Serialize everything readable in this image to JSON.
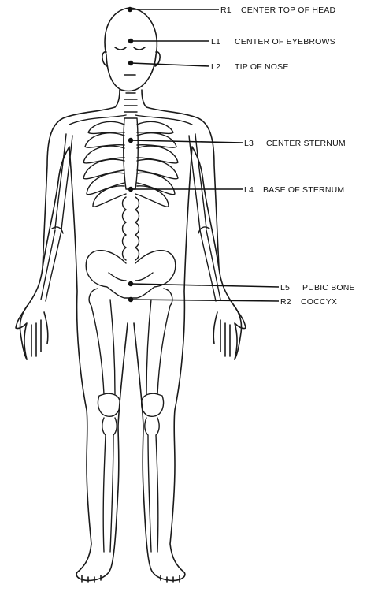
{
  "points": [
    {
      "id": "r1",
      "code": "R1",
      "label": "CENTER TOP OF HEAD"
    },
    {
      "id": "l1",
      "code": "L1",
      "label": "CENTER OF EYEBROWS"
    },
    {
      "id": "l2",
      "code": "L2",
      "label": "TIP OF NOSE"
    },
    {
      "id": "l3",
      "code": "L3",
      "label": "CENTER STERNUM"
    },
    {
      "id": "l4",
      "code": "L4",
      "label": "BASE OF STERNUM"
    },
    {
      "id": "l5",
      "code": "L5",
      "label": "PUBIC BONE"
    },
    {
      "id": "r2",
      "code": "R2",
      "label": "COCCYX"
    }
  ]
}
